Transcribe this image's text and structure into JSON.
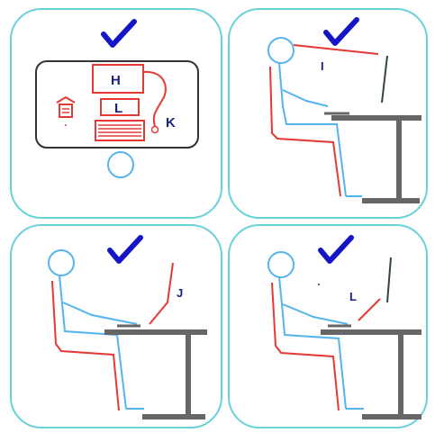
{
  "colors": {
    "panel_border": "#66d2d8",
    "check": "#1515c8",
    "body_blue": "#55b4ee",
    "back_red": "#e54545",
    "desk_gray": "#666666",
    "label": "#1a237e",
    "monitor": "#334444"
  },
  "panels": [
    {
      "check_icon": "checkmark-icon",
      "labels": {
        "top_unit": "H",
        "keyboard": "L",
        "cable": "K"
      }
    },
    {
      "check_icon": "checkmark-icon",
      "labels": {
        "sightline": "I"
      }
    },
    {
      "check_icon": "checkmark-icon",
      "labels": {
        "screen": "J"
      }
    },
    {
      "check_icon": "checkmark-icon",
      "labels": {
        "screen": "L"
      }
    }
  ]
}
